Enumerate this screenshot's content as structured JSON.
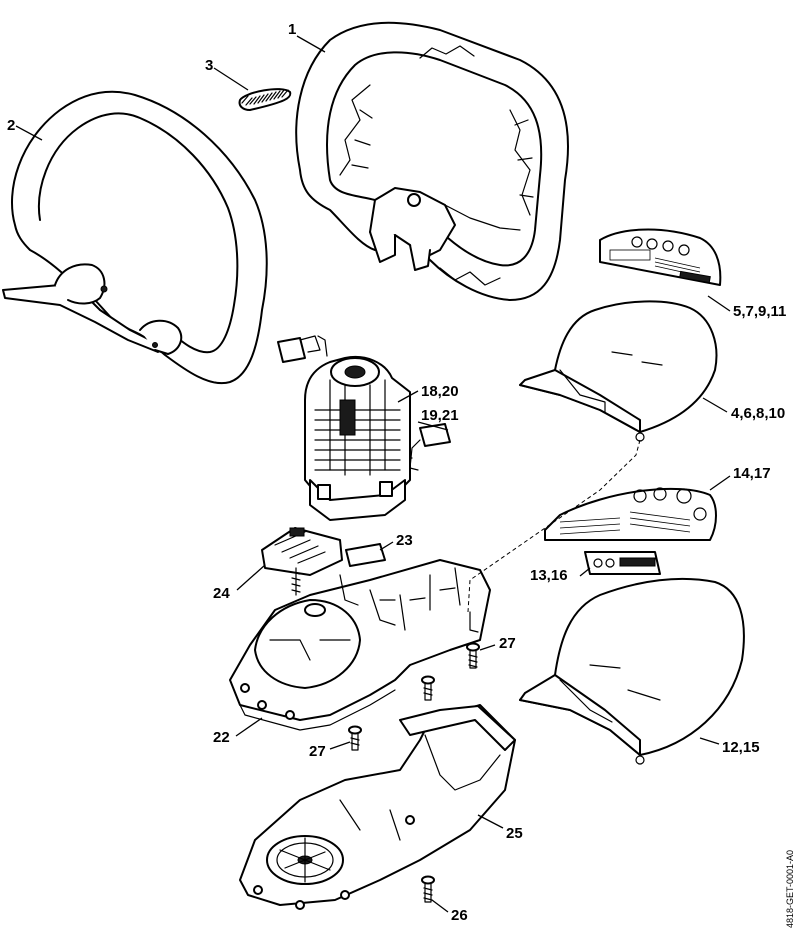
{
  "labels": {
    "p1": "1",
    "p2": "2",
    "p3": "3",
    "p5": "5,7,9,11",
    "p4": "4,6,8,10",
    "p18": "18,20",
    "p19": "19,21",
    "p14": "14,17",
    "p23": "23",
    "p13": "13,16",
    "p24": "24",
    "p27a": "27",
    "p22": "22",
    "p27b": "27",
    "p25": "25",
    "p12": "12,15",
    "p26": "26"
  },
  "drawing_code": "4818-GET-0001-A0"
}
